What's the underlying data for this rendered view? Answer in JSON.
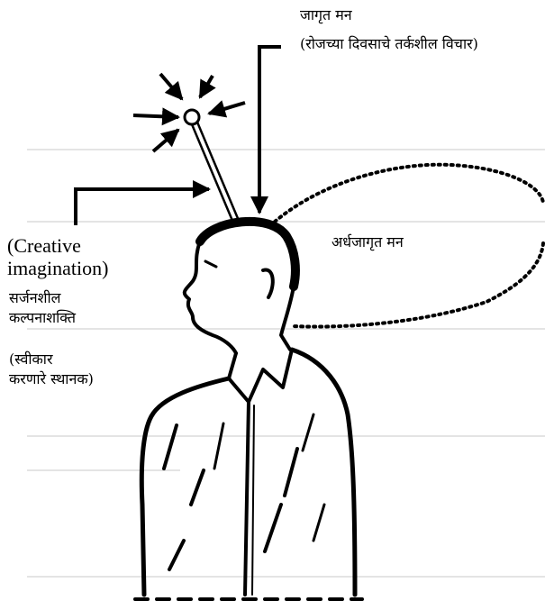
{
  "labels": {
    "conscious_mind_title": "जागृत मन",
    "conscious_mind_desc": "(रोजच्या दिवसाचे तर्कशील विचार)",
    "subconscious_mind": "अर्धजागृत मन",
    "creative_imagination_en_line1": "(Creative",
    "creative_imagination_en_line2": "imagination)",
    "creative_imagination_mr_line1": "सर्जनशील",
    "creative_imagination_mr_line2": "कल्पनाशक्ति",
    "receiving_station_line1": "(स्वीकार",
    "receiving_station_line2": "करणारे स्थानक)"
  },
  "colors": {
    "ink": "#000000",
    "ruled_line": "#c8c8c8",
    "background": "#ffffff"
  },
  "icons": [
    "antenna-icon",
    "incoming-signal-arrow-icon",
    "person-silhouette-icon",
    "thought-cloud-icon",
    "pointer-arrow-icon"
  ]
}
